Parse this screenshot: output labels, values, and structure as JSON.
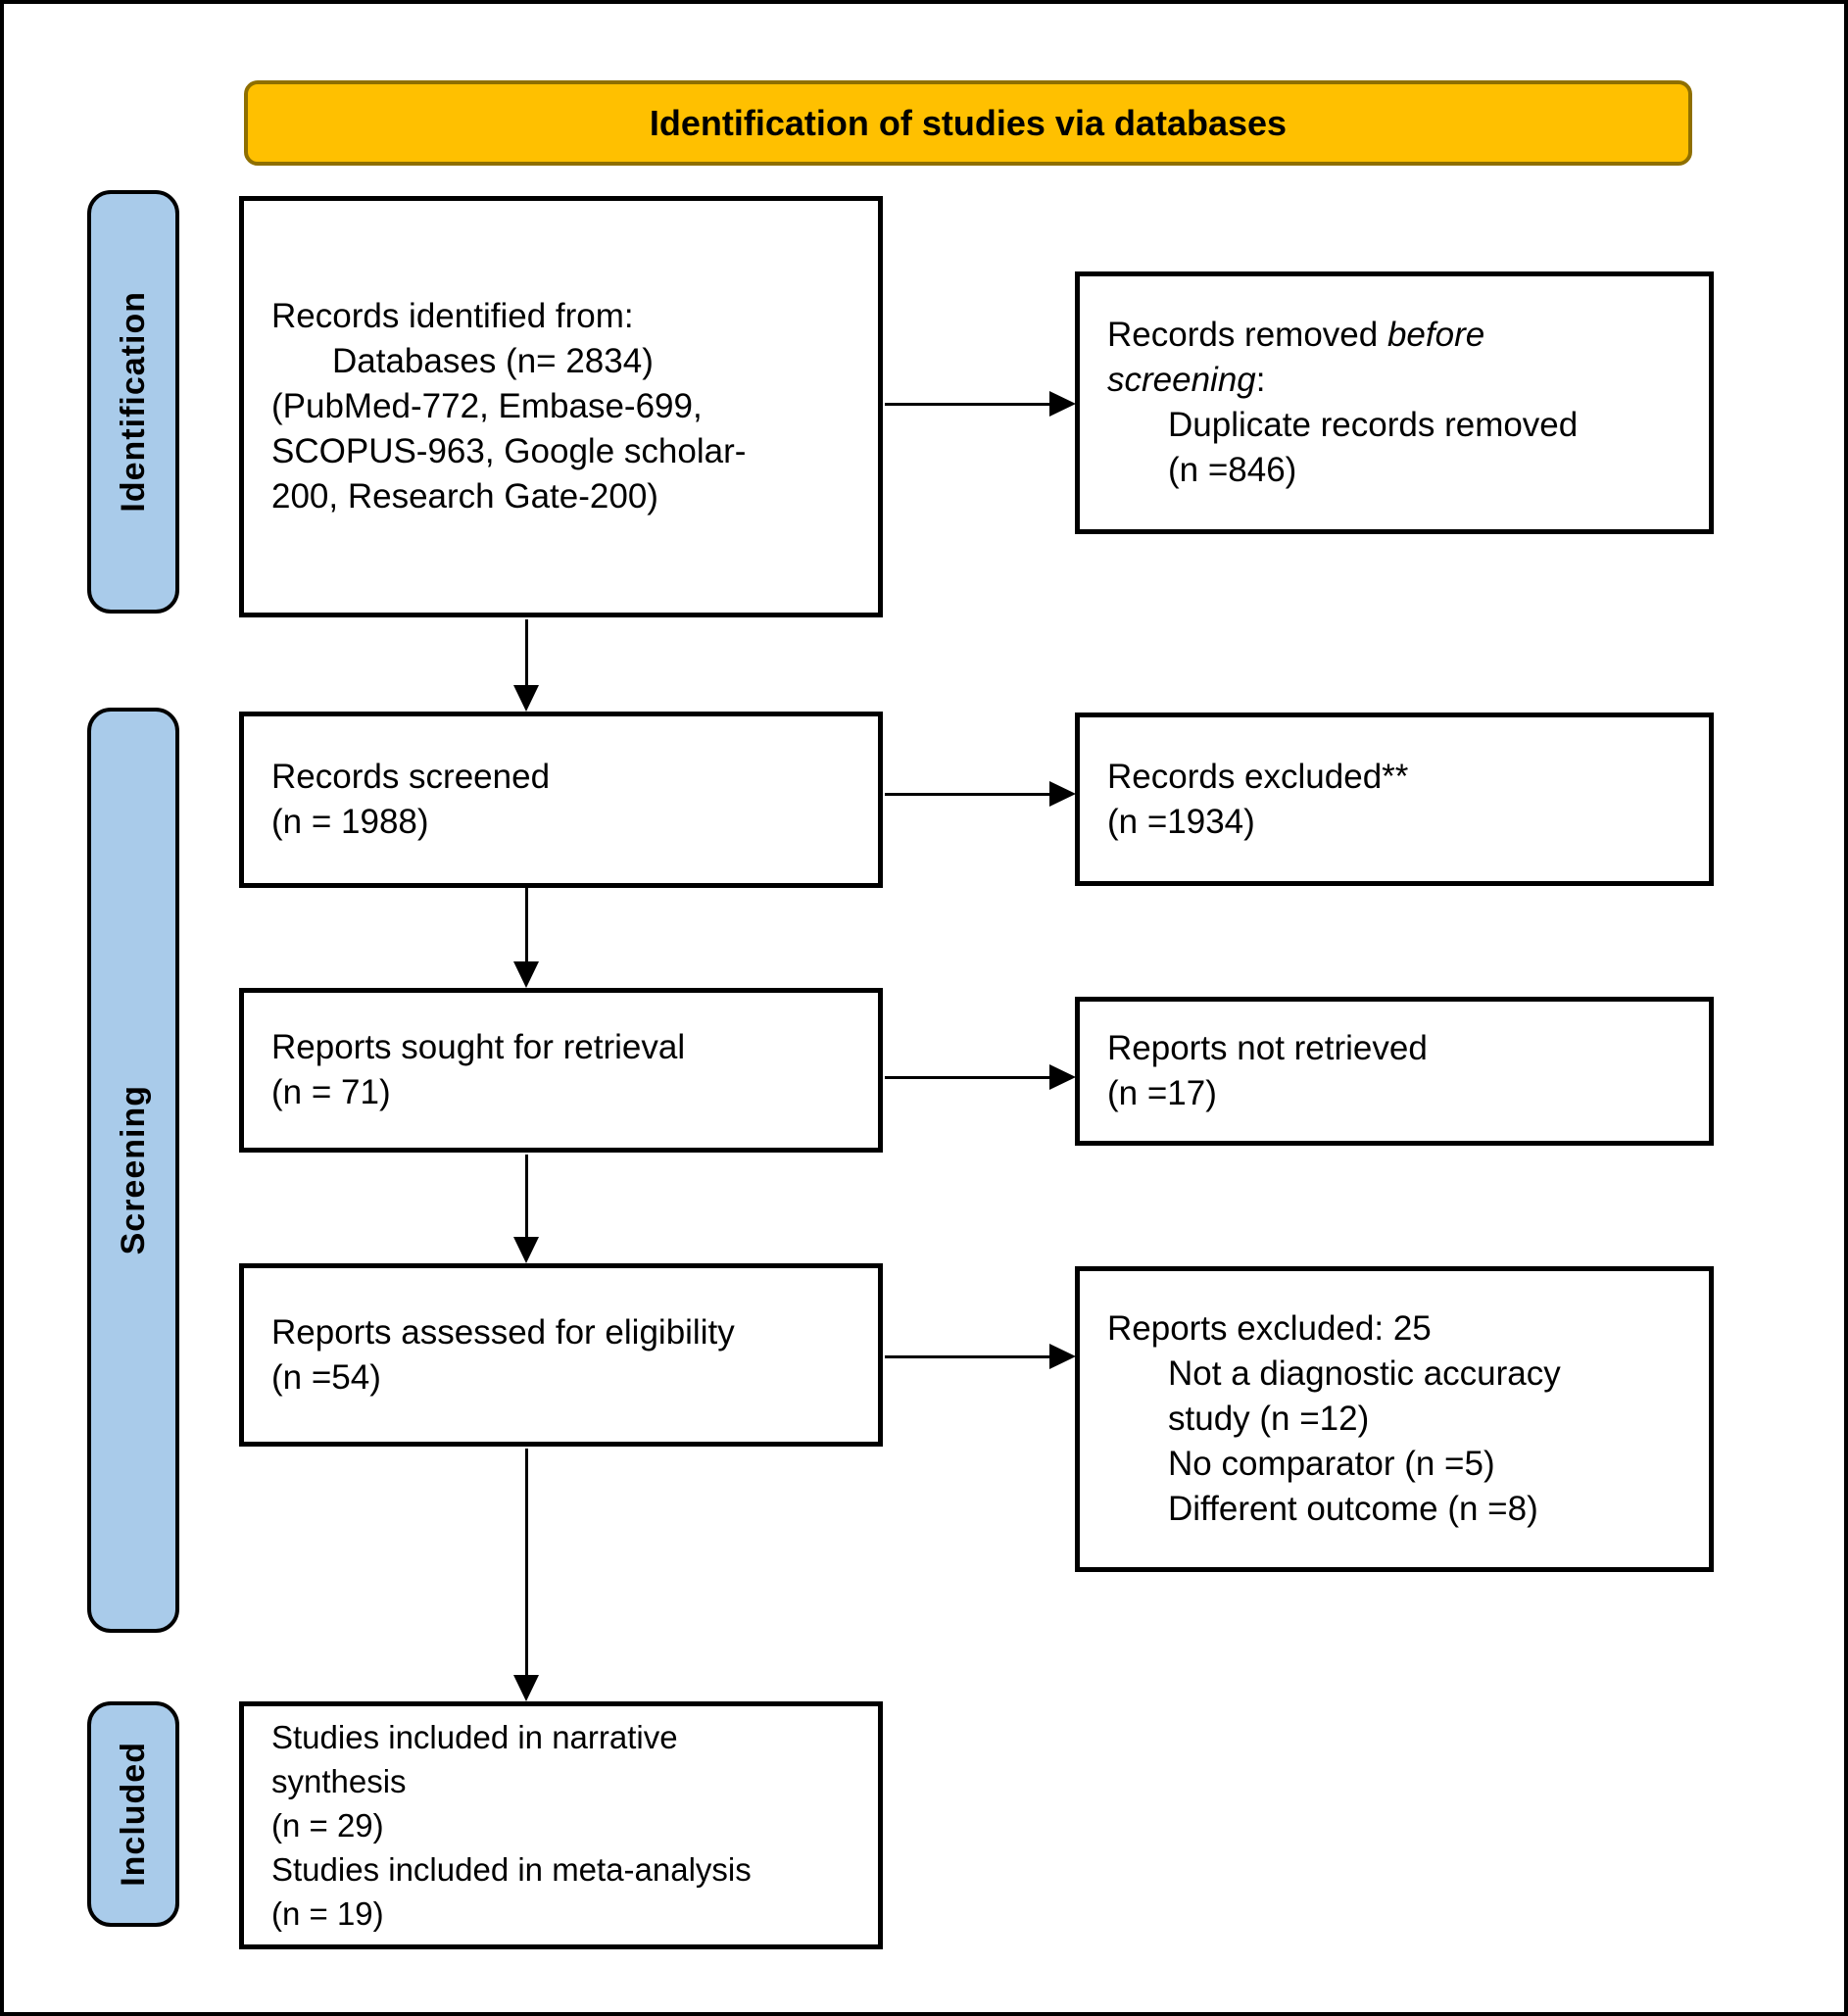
{
  "banner": {
    "title": "Identification of studies via databases"
  },
  "sidebar": {
    "identification": "Identification",
    "screening": "Screening",
    "included": "Included"
  },
  "boxes": {
    "records_identified": {
      "line1": "Records identified from:",
      "line2": "Databases (n= 2834)",
      "line3": "(PubMed-772, Embase-699,",
      "line4": "SCOPUS-963, Google scholar-",
      "line5": "200, Research Gate-200)"
    },
    "records_removed": {
      "line1_prefix": "Records removed ",
      "line1_italic": "before",
      "line2_italic": "screening",
      "line2_suffix": ":",
      "line3": "Duplicate records removed",
      "line4": "(n =846)"
    },
    "records_screened": {
      "line1": "Records screened",
      "line2": "(n = 1988)"
    },
    "records_excluded": {
      "line1": "Records excluded**",
      "line2": "(n =1934)"
    },
    "reports_sought": {
      "line1": "Reports sought for retrieval",
      "line2": "(n = 71)"
    },
    "reports_not_retrieved": {
      "line1": "Reports not retrieved",
      "line2": "(n =17)"
    },
    "reports_assessed": {
      "line1": "Reports assessed for eligibility",
      "line2": "(n =54)"
    },
    "reports_excluded": {
      "line1": "Reports excluded: 25",
      "line2": "Not a diagnostic accuracy",
      "line3": "study (n =12)",
      "line4": "No comparator (n =5)",
      "line5": "Different outcome (n =8)"
    },
    "studies_included": {
      "line1": "Studies included in narrative",
      "line2": "synthesis",
      "line3": "(n = 29)",
      "line4": "Studies included in meta-analysis",
      "line5": "(n = 19)"
    }
  },
  "colors": {
    "banner_fill": "#FFC000",
    "banner_border": "#8F6F00",
    "sidebar_fill": "#A9CBEA",
    "box_border": "#000000"
  }
}
